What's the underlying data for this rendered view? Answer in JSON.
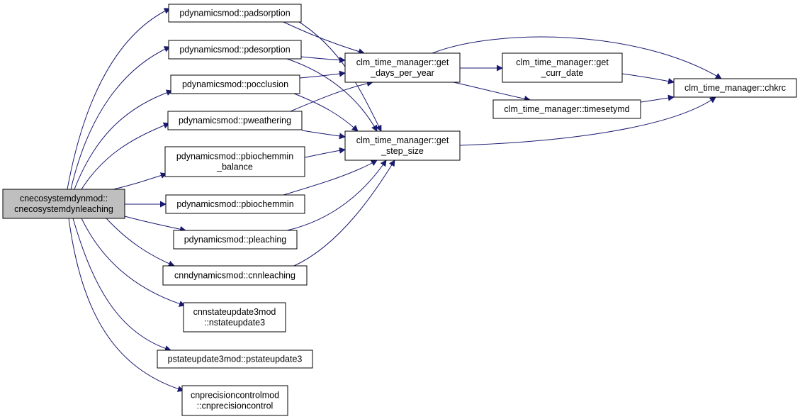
{
  "colors": {
    "edge": "#191970",
    "node_fill": "#ffffff",
    "root_fill": "#bfbfbf",
    "node_border": "#000000",
    "text": "#000000"
  },
  "nodes": [
    {
      "id": "root",
      "lines": [
        "cnecosystemdynmod::",
        "cnecosystemdynleaching"
      ],
      "root": true
    },
    {
      "id": "padsorption",
      "lines": [
        "pdynamicsmod::padsorption"
      ]
    },
    {
      "id": "pdesorption",
      "lines": [
        "pdynamicsmod::pdesorption"
      ]
    },
    {
      "id": "pocclusion",
      "lines": [
        "pdynamicsmod::pocclusion"
      ]
    },
    {
      "id": "pweathering",
      "lines": [
        "pdynamicsmod::pweathering"
      ]
    },
    {
      "id": "pbiochemmin_balance",
      "lines": [
        "pdynamicsmod::pbiochemmin",
        "_balance"
      ]
    },
    {
      "id": "pbiochemmin",
      "lines": [
        "pdynamicsmod::pbiochemmin"
      ]
    },
    {
      "id": "pleaching",
      "lines": [
        "pdynamicsmod::pleaching"
      ]
    },
    {
      "id": "cnnleaching",
      "lines": [
        "cnndynamicsmod::cnnleaching"
      ]
    },
    {
      "id": "nstateupdate3",
      "lines": [
        "cnnstateupdate3mod",
        "::nstateupdate3"
      ]
    },
    {
      "id": "pstateupdate3",
      "lines": [
        "pstateupdate3mod::pstateupdate3"
      ]
    },
    {
      "id": "cnprecisioncontrol",
      "lines": [
        "cnprecisioncontrolmod",
        "::cnprecisioncontrol"
      ]
    },
    {
      "id": "days_per_year",
      "lines": [
        "clm_time_manager::get",
        "_days_per_year"
      ]
    },
    {
      "id": "step_size",
      "lines": [
        "clm_time_manager::get",
        "_step_size"
      ]
    },
    {
      "id": "curr_date",
      "lines": [
        "clm_time_manager::get",
        "_curr_date"
      ]
    },
    {
      "id": "timesetymd",
      "lines": [
        "clm_time_manager::timesetymd"
      ]
    },
    {
      "id": "chkrc",
      "lines": [
        "clm_time_manager::chkrc"
      ]
    }
  ],
  "edges": [
    {
      "from": "root",
      "to": "padsorption"
    },
    {
      "from": "root",
      "to": "pdesorption"
    },
    {
      "from": "root",
      "to": "pocclusion"
    },
    {
      "from": "root",
      "to": "pweathering"
    },
    {
      "from": "root",
      "to": "pbiochemmin_balance"
    },
    {
      "from": "root",
      "to": "pbiochemmin"
    },
    {
      "from": "root",
      "to": "pleaching"
    },
    {
      "from": "root",
      "to": "cnnleaching"
    },
    {
      "from": "root",
      "to": "nstateupdate3"
    },
    {
      "from": "root",
      "to": "pstateupdate3"
    },
    {
      "from": "root",
      "to": "cnprecisioncontrol"
    },
    {
      "from": "padsorption",
      "to": "days_per_year"
    },
    {
      "from": "padsorption",
      "to": "step_size"
    },
    {
      "from": "pdesorption",
      "to": "days_per_year"
    },
    {
      "from": "pdesorption",
      "to": "step_size"
    },
    {
      "from": "pocclusion",
      "to": "days_per_year"
    },
    {
      "from": "pocclusion",
      "to": "step_size"
    },
    {
      "from": "pweathering",
      "to": "days_per_year"
    },
    {
      "from": "pweathering",
      "to": "step_size"
    },
    {
      "from": "pbiochemmin_balance",
      "to": "step_size"
    },
    {
      "from": "pbiochemmin",
      "to": "step_size"
    },
    {
      "from": "pleaching",
      "to": "step_size"
    },
    {
      "from": "cnnleaching",
      "to": "step_size"
    },
    {
      "from": "days_per_year",
      "to": "curr_date"
    },
    {
      "from": "days_per_year",
      "to": "timesetymd"
    },
    {
      "from": "days_per_year",
      "to": "chkrc"
    },
    {
      "from": "curr_date",
      "to": "chkrc"
    },
    {
      "from": "timesetymd",
      "to": "chkrc"
    },
    {
      "from": "step_size",
      "to": "chkrc"
    }
  ]
}
